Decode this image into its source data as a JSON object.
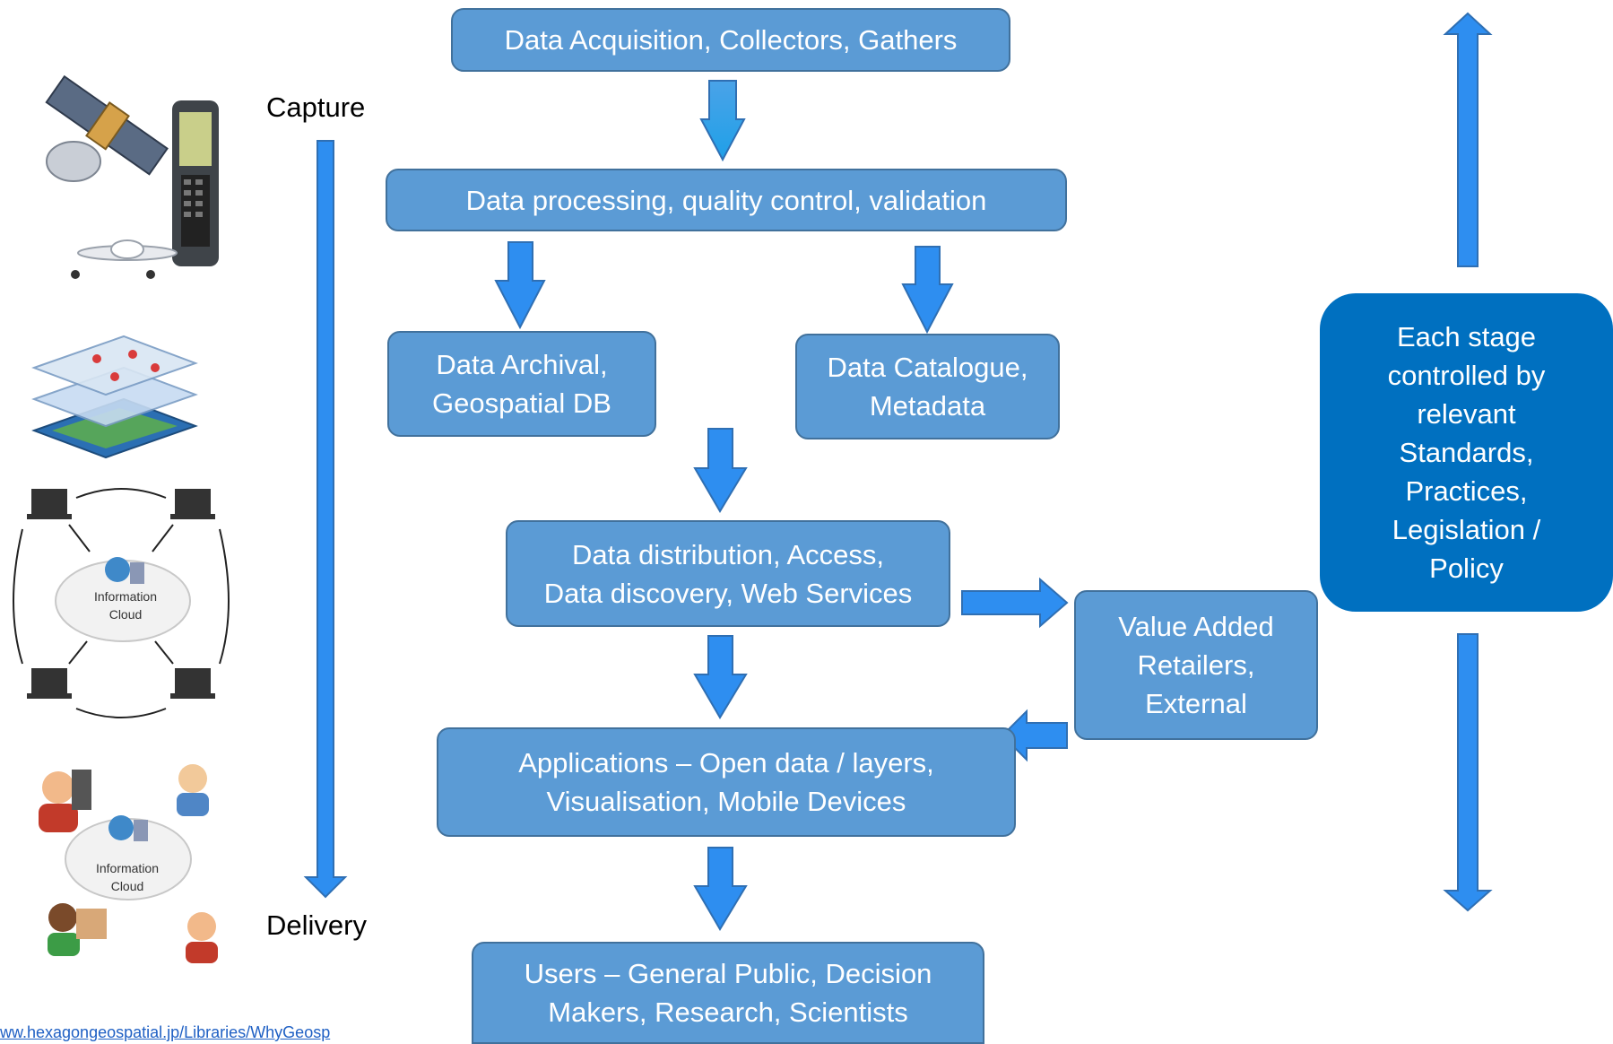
{
  "side_labels": {
    "capture": "Capture",
    "delivery": "Delivery"
  },
  "flow_boxes": {
    "acquisition": "Data Acquisition, Collectors, Gathers",
    "processing": "Data processing, quality control, validation",
    "archival": "Data Archival,\nGeospatial DB",
    "catalogue": "Data Catalogue,\nMetadata",
    "distribution": "Data distribution, Access,\nData discovery,  Web Services",
    "value_added": "Value Added\nRetailers,\nExternal",
    "applications": "Applications – Open data / layers,\nVisualisation, Mobile Devices",
    "users": "Users – General Public, Decision\nMakers, Research, Scientists"
  },
  "control_box": "Each stage\ncontrolled by\nrelevant\nStandards,\nPractices,\nLegislation /\nPolicy",
  "illustrations": {
    "cloud_network_label": "Information\nCloud",
    "cloud_users_label": "Information\nCloud"
  },
  "source_link": "ww.hexagongeospatial.jp/Libraries/WhyGeosp",
  "colors": {
    "box_fill": "#5b9bd5",
    "box_border": "#41719c",
    "arrow": "#2e8ef0",
    "control_box": "#0070c0"
  }
}
